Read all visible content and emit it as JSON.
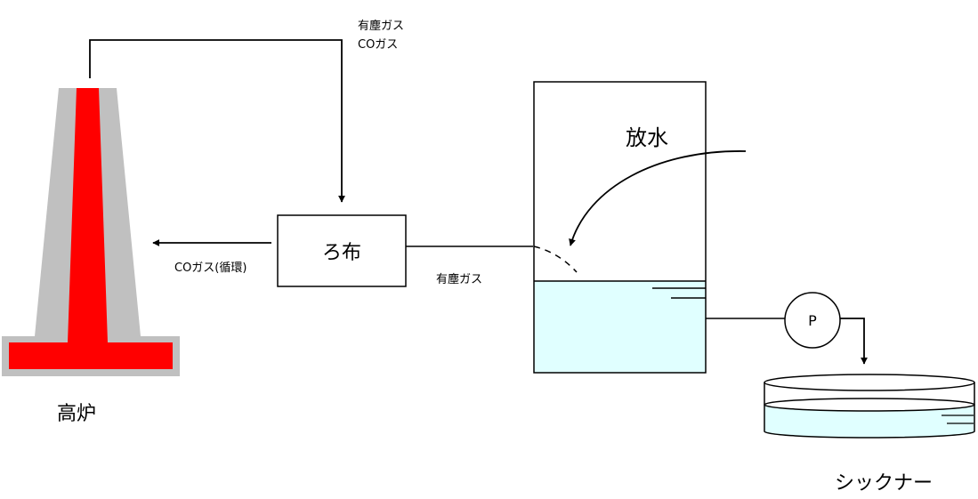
{
  "labels": {
    "top_gas_line1": "有塵ガス",
    "top_gas_line2": "COガス",
    "filter": "ろ布",
    "co_return": "COガス(循環)",
    "dusty_gas": "有塵ガス",
    "discharge": "放水",
    "pump": "P",
    "furnace": "高炉",
    "thickener": "シックナー"
  },
  "colors": {
    "furnace_core": "#ff0000",
    "furnace_shell": "#c0c0c0",
    "water": "#e0ffff",
    "line": "#000000"
  }
}
